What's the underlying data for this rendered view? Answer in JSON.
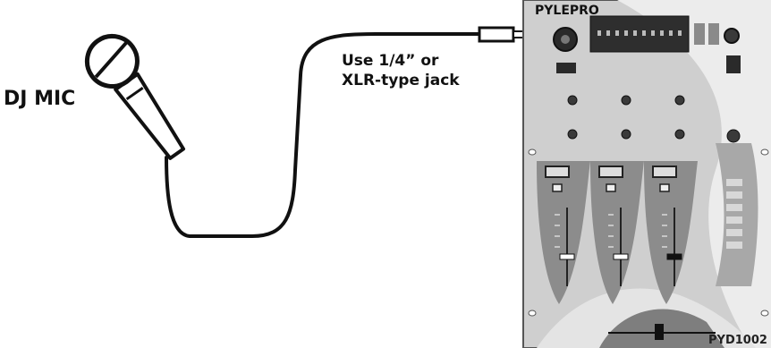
{
  "labels": {
    "mic": "DJ MIC",
    "jack_line1": "Use 1/4” or",
    "jack_line2": "XLR-type jack"
  },
  "mixer": {
    "brand": "PYLEPRO",
    "model": "PYD1002"
  },
  "colors": {
    "ink": "#111111",
    "panel_light": "#d6d6d6",
    "panel_dark": "#8c8c8c",
    "panel_mid": "#a8a8a8"
  }
}
